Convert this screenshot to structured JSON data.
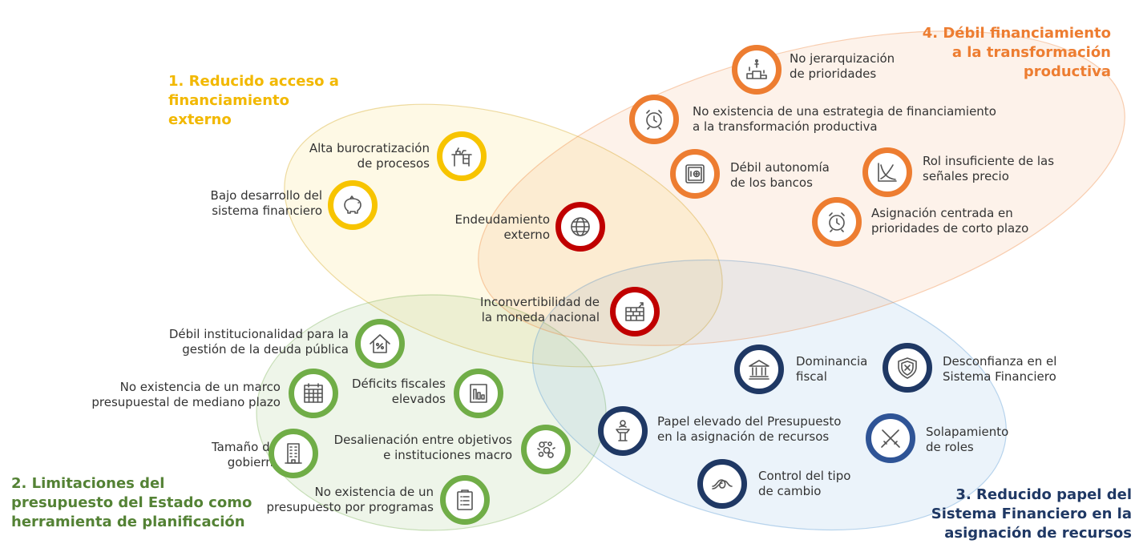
{
  "colors": {
    "yellow": "#f7c400",
    "orange": "#ed7d31",
    "green": "#70ad47",
    "blue": "#1f3864",
    "red": "#c00000",
    "green_text": "#548235",
    "blue_text": "#1f3864"
  },
  "groups": {
    "g1": {
      "title": "1. Reducido acceso a\nfinanciamiento\nexterno"
    },
    "g2": {
      "title": "2. Limitaciones del\npresupuesto del Estado como\nherramienta de planificación"
    },
    "g3": {
      "title": "3. Reducido papel del\nSistema Financiero en la\nasignación de recursos"
    },
    "g4": {
      "title": "4. Débil financiamiento\na la transformación\nproductiva"
    }
  },
  "items": {
    "burocratizacion": {
      "label": "Alta burocratización\nde procesos",
      "icon": "desk-icon"
    },
    "sistema_financiero": {
      "label": "Bajo desarrollo del\nsistema financiero",
      "icon": "piggy-bank-icon"
    },
    "endeudamiento": {
      "label": "Endeudamiento\nexterno",
      "icon": "globe-icon"
    },
    "inconvertibilidad": {
      "label": "Inconvertibilidad de\nla moneda nacional",
      "icon": "brick-wall-icon"
    },
    "jerarquizacion": {
      "label": "No jerarquización\nde prioridades",
      "icon": "podium-icon"
    },
    "estrategia": {
      "label": "No existencia de una estrategia de financiamiento\na la transformación productiva",
      "icon": "alarm-clock-icon"
    },
    "autonomia": {
      "label": "Débil autonomía\nde los bancos",
      "icon": "safe-icon"
    },
    "senales_precio": {
      "label": "Rol insuficiente de las\nseñales precio",
      "icon": "curve-chart-icon"
    },
    "corto_plazo": {
      "label": "Asignación centrada en\nprioridades de corto plazo",
      "icon": "alarm-clock-icon"
    },
    "deuda_publica": {
      "label": "Débil institucionalidad para la\ngestión de la deuda pública",
      "icon": "house-icon"
    },
    "marco_presupuestal": {
      "label": "No existencia de un marco\npresupuestal de mediano plazo",
      "icon": "calendar-icon"
    },
    "deficits": {
      "label": "Déficits fiscales\nelevados",
      "icon": "bar-chart-icon"
    },
    "tamano_gobierno": {
      "label": "Tamaño del\ngobierno",
      "icon": "building-icon"
    },
    "desalineacion": {
      "label": "Desalienación entre objetivos\ne instituciones macro",
      "icon": "scattered-icon"
    },
    "presupuesto_programas": {
      "label": "No existencia de un\npresupuesto por programas",
      "icon": "clipboard-icon"
    },
    "dominancia": {
      "label": "Dominancia\nfiscal",
      "icon": "bank-icon"
    },
    "desconfianza": {
      "label": "Desconfianza en el\nSistema Financiero",
      "icon": "shield-icon"
    },
    "papel_presupuesto": {
      "label": "Papel elevado del Presupuesto\nen la asignación de recursos",
      "icon": "lectern-icon"
    },
    "solapamiento": {
      "label": "Solapamiento\nde roles",
      "icon": "crossed-swords-icon"
    },
    "tipo_cambio": {
      "label": "Control del tipo\nde cambio",
      "icon": "knot-icon"
    }
  }
}
